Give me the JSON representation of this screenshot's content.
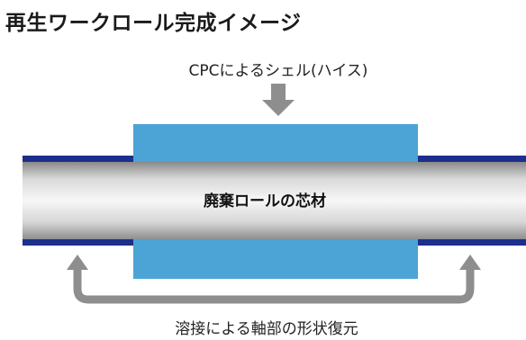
{
  "title": "再生ワークロール完成イメージ",
  "labels": {
    "shell": "CPCによるシェル(ハイス)",
    "core": "廃棄ロールの芯材",
    "restore": "溶接による軸部の形状復元"
  },
  "colors": {
    "shell": "#4ca3d6",
    "axle_band": "#1c2f8c",
    "arrow": "#8e8e8e",
    "core_mid": "#f4f4f4",
    "core_edge": "#9a9a9a"
  }
}
